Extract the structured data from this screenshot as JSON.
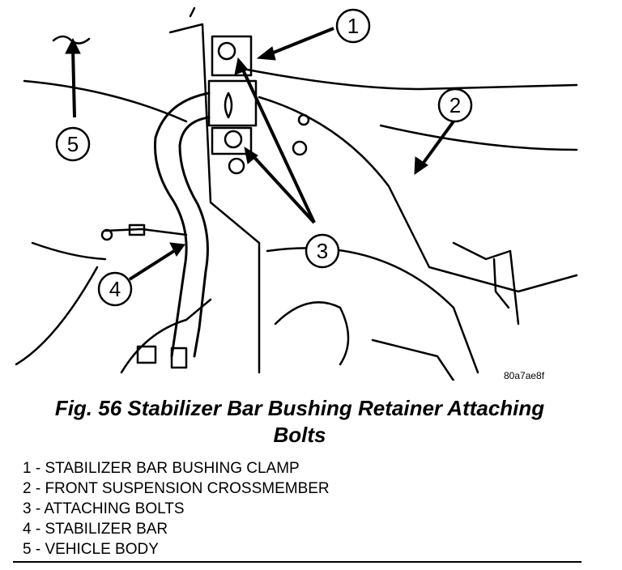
{
  "figure": {
    "code": "80a7ae8f",
    "caption_line1": "Fig. 56 Stabilizer Bar Bushing Retainer Attaching",
    "caption_line2": "Bolts"
  },
  "callouts": [
    "1",
    "2",
    "3",
    "4",
    "5"
  ],
  "legend": [
    "1 - STABILIZER BAR BUSHING CLAMP",
    "2 - FRONT SUSPENSION CROSSMEMBER",
    "3 - ATTACHING BOLTS",
    "4 - STABILIZER BAR",
    "5 - VEHICLE BODY"
  ],
  "colors": {
    "ink": "#000000",
    "paper": "#ffffff"
  }
}
